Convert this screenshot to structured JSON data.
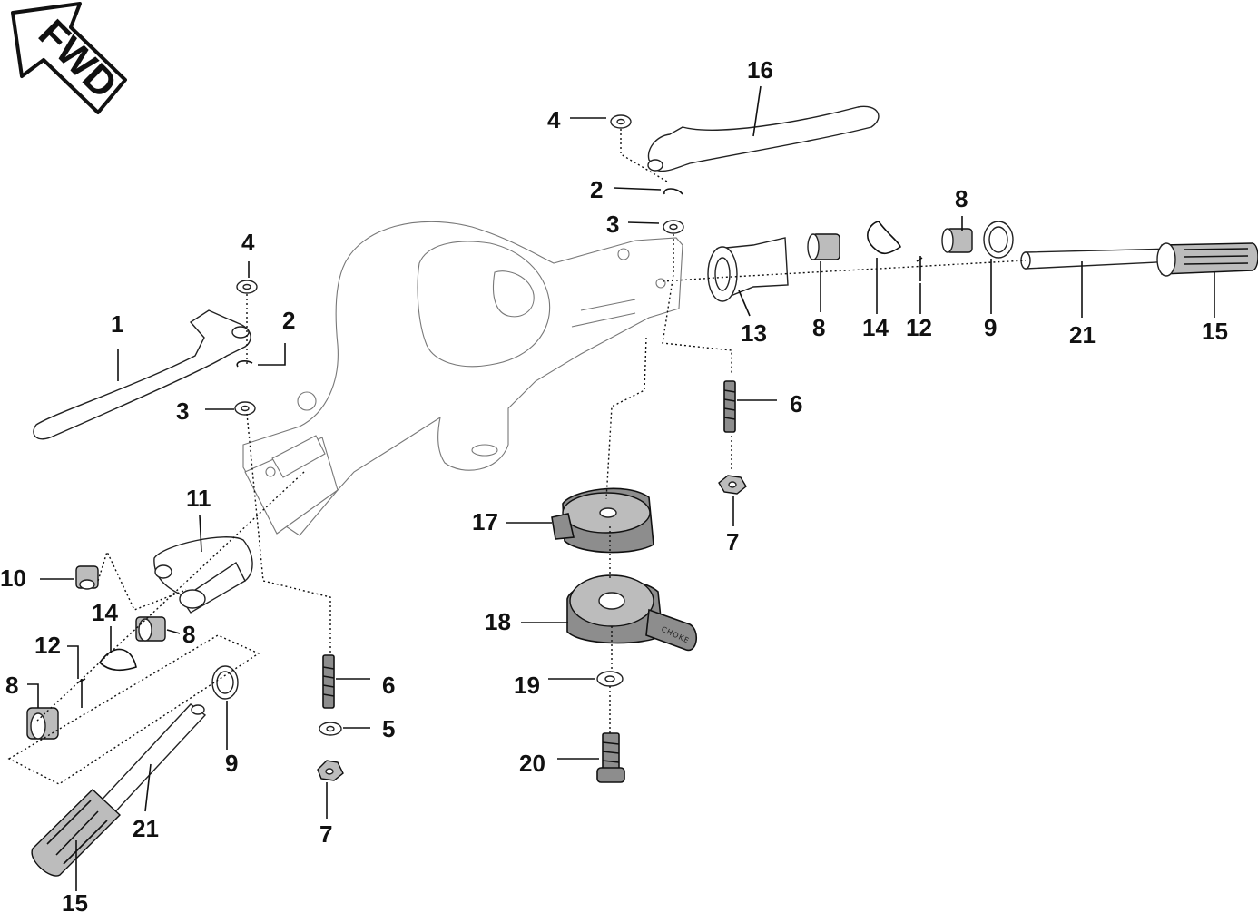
{
  "direction_badge": {
    "text": "FWD"
  },
  "choke_lever_text": "CHOKE",
  "labels": {
    "l1": "1",
    "l2a": "2",
    "l3a": "3",
    "l4a": "4",
    "l16": "16",
    "l4b": "4",
    "l2b": "2",
    "l3b": "3",
    "l8a": "8",
    "l13": "13",
    "l8b": "8",
    "l14a": "14",
    "l12a": "12",
    "l9a": "9",
    "l21a": "21",
    "l15a": "15",
    "l6a": "6",
    "l7a": "7",
    "l17": "17",
    "l18": "18",
    "l19": "19",
    "l20": "20",
    "l11": "11",
    "l10": "10",
    "l14b": "14",
    "l8c": "8",
    "l12b": "12",
    "l8d": "8",
    "l9b": "9",
    "l21b": "21",
    "l15b": "15",
    "l6b": "6",
    "l5": "5",
    "l7b": "7"
  },
  "colors": {
    "ink": "#111111",
    "part_fill_dark": "#8d8d8d",
    "part_fill_mid": "#bcbcbc",
    "body_outline": "#777777"
  }
}
